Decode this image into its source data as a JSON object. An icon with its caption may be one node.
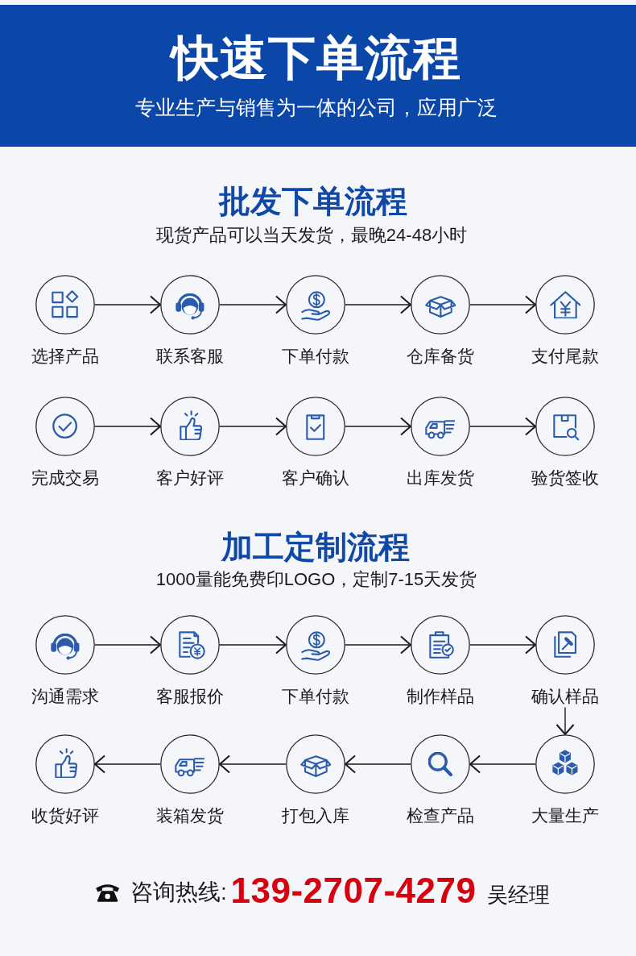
{
  "diagram": {
    "title": "快速下单流程",
    "nodes": [
      {
        "text": [
          "选择产品"
        ]
      },
      {
        "text": [
          "联系客服"
        ]
      },
      {
        "text": [
          "下单付款"
        ]
      },
      {
        "text": [
          "仓库备货"
        ]
      },
      {
        "text": [
          "支付尾款"
        ]
      },
      {
        "text": [
          "完成交易"
        ]
      },
      {
        "text": [
          "客户好评"
        ]
      },
      {
        "text": [
          "客户确认"
        ]
      },
      {
        "text": [
          "出库发货"
        ]
      },
      {
        "text": [
          "验货签收"
        ]
      },
      {
        "text": [
          "沟通需求"
        ]
      },
      {
        "text": [
          "客服报价"
        ]
      },
      {
        "text": [
          "下单付款"
        ]
      },
      {
        "text": [
          "制作样品"
        ]
      },
      {
        "text": [
          "确认样品"
        ]
      },
      {
        "text": [
          "收货好评"
        ]
      },
      {
        "text": [
          "装箱发货"
        ]
      },
      {
        "text": [
          "打包入库"
        ]
      },
      {
        "text": [
          "检查产品"
        ]
      },
      {
        "text": [
          "大量生产"
        ]
      }
    ],
    "edges": [
      {
        "from": 0,
        "to": 1,
        "arrow": "to"
      },
      {
        "from": 1,
        "to": 2,
        "arrow": "to"
      },
      {
        "from": 2,
        "to": 3,
        "arrow": "to"
      },
      {
        "from": 3,
        "to": 4,
        "arrow": "to"
      },
      {
        "from": 5,
        "to": 6,
        "arrow": "to"
      },
      {
        "from": 6,
        "to": 7,
        "arrow": "to"
      },
      {
        "from": 7,
        "to": 8,
        "arrow": "to"
      },
      {
        "from": 8,
        "to": 9,
        "arrow": "to"
      },
      {
        "from": 10,
        "to": 11,
        "arrow": "to"
      },
      {
        "from": 11,
        "to": 12,
        "arrow": "to"
      },
      {
        "from": 12,
        "to": 13,
        "arrow": "to"
      },
      {
        "from": 13,
        "to": 14,
        "arrow": "to"
      },
      {
        "from": 14,
        "to": 19,
        "arrow": "to"
      },
      {
        "from": 19,
        "to": 18,
        "arrow": "to"
      },
      {
        "from": 18,
        "to": 17,
        "arrow": "to"
      },
      {
        "from": 17,
        "to": 16,
        "arrow": "to"
      },
      {
        "from": 16,
        "to": 15,
        "arrow": "to"
      }
    ],
    "labels": [
      "专业生产与销售为一体的公司，应用广泛",
      "批发下单流程",
      "现货产品可以当天发货，最晚24-48小时",
      "加工定制流程",
      "1000量能免费印LOGO，定制7-15天发货",
      "咨询热线:",
      "139-2707-4279",
      "吴经理"
    ]
  }
}
